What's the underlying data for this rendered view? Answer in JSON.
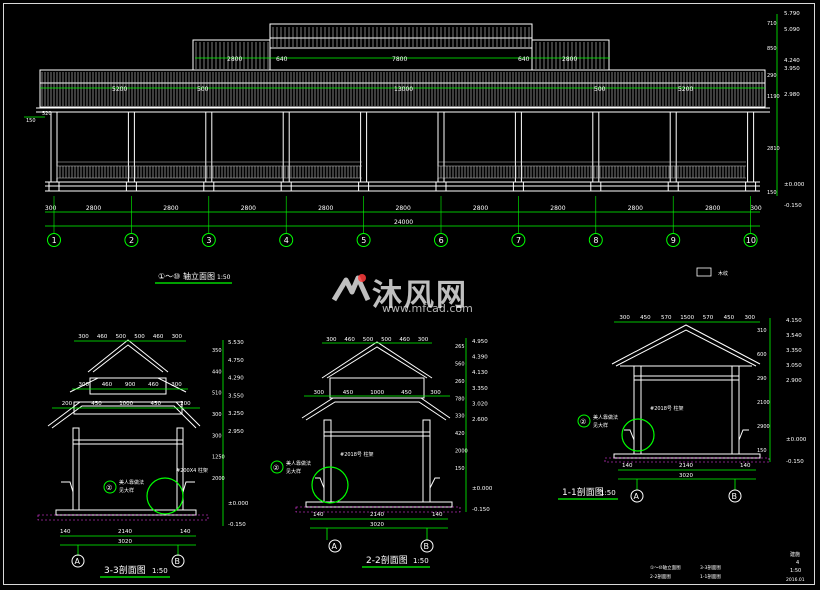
{
  "colors": {
    "background": "#000000",
    "structure": "#ffffff",
    "dimension": "#00ff00",
    "hatch": "#ff40ff",
    "axis_circle": "#00ff00",
    "frame": "#d8d8d8"
  },
  "elevation": {
    "title_prefix": "①～⑩",
    "title": "轴立面图",
    "scale": "1:50",
    "top_spans": [
      "2800",
      "640",
      "7800",
      "640",
      "2800"
    ],
    "mid_spans": [
      "5200",
      "500",
      "13000",
      "500",
      "5200"
    ],
    "bottom_spans": [
      "300",
      "2800",
      "2800",
      "2800",
      "2800",
      "2800",
      "2800",
      "2800",
      "2800",
      "2800",
      "300"
    ],
    "total": "24000",
    "axes": [
      "1",
      "2",
      "3",
      "4",
      "5",
      "6",
      "7",
      "8",
      "9",
      "10"
    ],
    "right_elev_labels": [
      "5.790",
      "5.090",
      "4.240",
      "3.950",
      "2.980",
      "±0.000",
      "-0.150"
    ],
    "right_dims": [
      "710",
      "850",
      "290",
      "1190",
      "2810",
      "150"
    ],
    "left_dims": [
      "520",
      "150"
    ]
  },
  "section33": {
    "title": "3-3剖面图",
    "scale": "1:50",
    "top_dims": [
      "300",
      "460",
      "500",
      "500",
      "460",
      "300"
    ],
    "mid_dims": [
      "300",
      "460",
      "900",
      "460",
      "300"
    ],
    "low_dims": [
      "200",
      "450",
      "1000",
      "450",
      "200"
    ],
    "elev_labels": [
      "5.530",
      "4.750",
      "4.290",
      "3.550",
      "3.250",
      "2.950"
    ],
    "bottom_elev": [
      "±0.000",
      "-0.150"
    ],
    "right_dims": [
      "350",
      "440",
      "510",
      "300",
      "300",
      "1250",
      "2000"
    ],
    "bottom_dims": [
      "140",
      "2140",
      "140"
    ],
    "total": "3020",
    "note_mark": "②",
    "note_text": "美人靠做法",
    "note_sub": "见大样",
    "beam_label": "#200X4 柱架",
    "axes": [
      "A",
      "B"
    ]
  },
  "section22": {
    "title": "2-2剖面图",
    "scale": "1:50",
    "top_dims": [
      "300",
      "460",
      "500",
      "500",
      "460",
      "300"
    ],
    "mid_dims": [
      "300",
      "450",
      "1000",
      "450",
      "300"
    ],
    "elev_labels": [
      "4.950",
      "4.390",
      "4.130",
      "3.350",
      "3.020",
      "2.600"
    ],
    "bottom_elev": [
      "±0.000",
      "-0.150"
    ],
    "right_dims": [
      "265",
      "560",
      "260",
      "780",
      "330",
      "420",
      "2000",
      "150"
    ],
    "bottom_dims": [
      "140",
      "2140",
      "140"
    ],
    "total": "3020",
    "note_mark": "②",
    "note_text": "美人靠做法",
    "note_sub": "见大样",
    "beam_label": "#2018号 柱架",
    "axes": [
      "A",
      "B"
    ]
  },
  "section11": {
    "title": "1-1剖面图",
    "scale": "1:50",
    "top_dims": [
      "300",
      "450",
      "570",
      "1500",
      "570",
      "450",
      "300"
    ],
    "elev_labels": [
      "4.150",
      "3.540",
      "3.350",
      "3.050",
      "2.900"
    ],
    "bottom_elev": [
      "±0.000",
      "-0.150"
    ],
    "right_dims": [
      "310",
      "600",
      "290",
      "2100",
      "2900",
      "150"
    ],
    "bottom_dims": [
      "140",
      "2140",
      "140"
    ],
    "total": "3020",
    "note_mark": "②",
    "note_text": "美人靠做法",
    "note_sub": "见大样",
    "beam_label": "#2018号 柱架",
    "axes": [
      "A",
      "B"
    ]
  },
  "legend": {
    "label": "木纹"
  },
  "watermark": {
    "brand": "沐风网",
    "url": "www.mfcad.com"
  },
  "titleblock": {
    "lines": [
      "①～⑩轴立面图",
      "3-3剖面图",
      "2-2剖面图",
      "1-1剖面图"
    ],
    "sheet_name": "建施",
    "sheet_no": "4",
    "scale": "1:50",
    "date": "2016.01"
  }
}
